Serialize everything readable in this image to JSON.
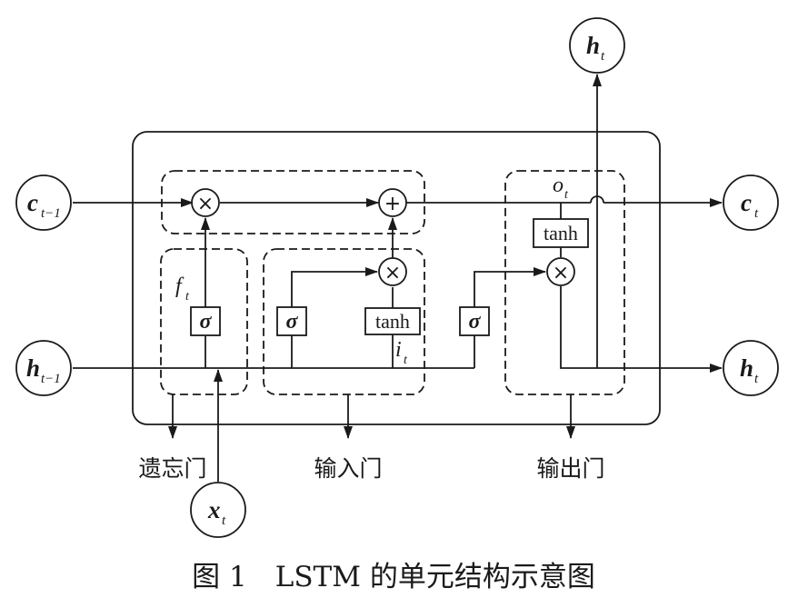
{
  "nodes": {
    "c_prev": {
      "main": "c",
      "sub": "t−1"
    },
    "h_prev": {
      "main": "h",
      "sub": "t−1"
    },
    "c_next": {
      "main": "c",
      "sub": "t"
    },
    "h_next": {
      "main": "h",
      "sub": "t"
    },
    "h_top": {
      "main": "h",
      "sub": "t"
    },
    "x_in": {
      "main": "x",
      "sub": "t"
    }
  },
  "ops": {
    "times": "×",
    "plus": "+"
  },
  "boxes": {
    "sigma": "σ",
    "tanh": "tanh"
  },
  "vars": {
    "f": {
      "main": "f",
      "sub": "t"
    },
    "i": {
      "main": "i",
      "sub": "t"
    },
    "o": {
      "main": "o",
      "sub": "t"
    }
  },
  "gates": {
    "forget": "遗忘门",
    "input": "输入门",
    "output": "输出门"
  },
  "caption": "图 1　LSTM 的单元结构示意图"
}
